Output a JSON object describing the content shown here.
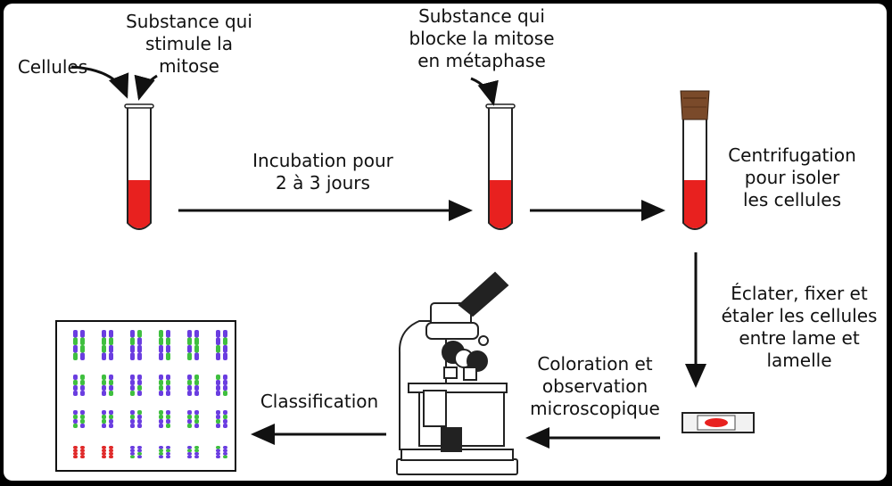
{
  "labels": {
    "cells": "Cellules",
    "stimulant": "Substance qui\nstimule la\nmitose",
    "blocker": "Substance qui\nblocke la mitose\nen métaphase",
    "incubation": "Incubation pour\n2 à 3 jours",
    "centrifugation": "Centrifugation\npour isoler\nles cellules",
    "burst_fix": "Éclater, fixer et\nétaler les cellules\nentre lame et\nlamelle",
    "staining": "Coloration et\nobservation\nmicroscopique",
    "classification": "Classification"
  },
  "colors": {
    "liquid": "#e8211f",
    "cork": "#7a4a2a",
    "arrow": "#111111",
    "chromosome_blue": "#6a3de0",
    "chromosome_green": "#3fbf3f",
    "chromosome_red": "#e02a2a"
  }
}
